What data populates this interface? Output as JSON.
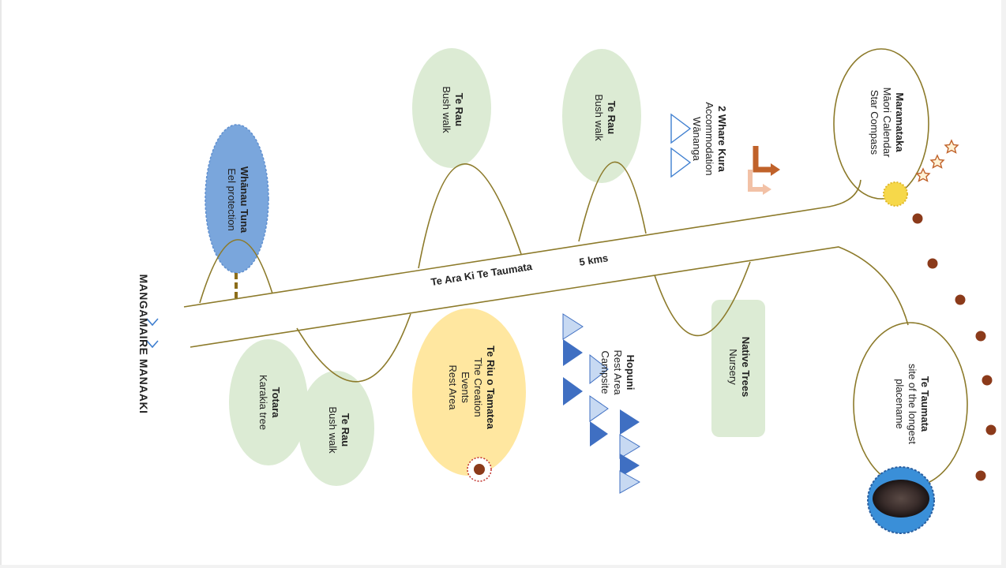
{
  "site_name": "MANGAMAIRE MANAAKI",
  "path": {
    "name": "Te Ara Ki Te Taumata",
    "distance": "5 kms"
  },
  "features": {
    "whanau_tuna": {
      "title": "Whānau Tuna",
      "lines": [
        "Eel protection"
      ]
    },
    "totara": {
      "title": "Totara",
      "lines": [
        "Karakia tree"
      ]
    },
    "te_rau_lower": {
      "title": "Te Rau",
      "lines": [
        "Bush walk"
      ]
    },
    "te_rau_upper1": {
      "title": "Te Rau",
      "lines": [
        "Bush walk"
      ]
    },
    "te_rau_upper2": {
      "title": "Te Rau",
      "lines": [
        "Bush walk"
      ]
    },
    "te_riu": {
      "title": "Te Riu o Tamatea",
      "lines": [
        "The Creation",
        "Events",
        "Rest Area"
      ]
    },
    "hopuni": {
      "title": "Hopuni",
      "lines": [
        "Rest Area",
        "Campsite"
      ]
    },
    "whare_kura": {
      "title": "2 Whare Kura",
      "lines": [
        "Accommodation",
        "Wānanga"
      ]
    },
    "native_trees": {
      "title": "Native Trees",
      "lines": [
        "Nursery"
      ]
    },
    "maramataka": {
      "title": "Maramataka",
      "lines": [
        "Māori Calendar",
        "Star Compass"
      ]
    },
    "te_taumata": {
      "title": "Te Taumata",
      "lines": [
        "site of the longest",
        "placename"
      ]
    }
  },
  "colors": {
    "trail": "#8c7a2a",
    "green_bubble": "#dcebd4",
    "blue_bubble": "#7aa6dc",
    "yellow_bubble": "#ffe7a0",
    "tent_blue": "#3f6fc2",
    "tent_light": "#c7d9f2",
    "dots": "#8b3a1a",
    "arrow_dark": "#c0622a",
    "arrow_light": "#f2c1a6"
  },
  "icons": [
    "sun-icon",
    "star-icon",
    "arrow-icon",
    "tent-icon",
    "chevron-icon",
    "carved-face-icon",
    "post-icon"
  ]
}
